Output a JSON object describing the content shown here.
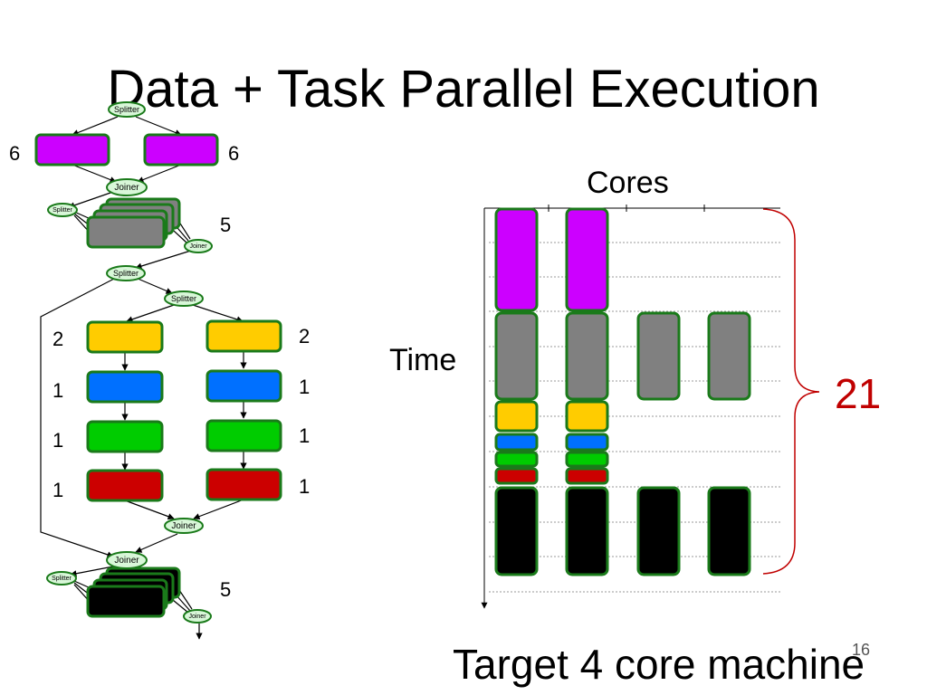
{
  "slide": {
    "title": "Data + Task Parallel Execution",
    "subtitle": "Target 4 core machine",
    "page_number": "16"
  },
  "graph": {
    "splitter_label": "Splitter",
    "joiner_label": "Joiner",
    "weights": {
      "purple_left": "6",
      "purple_right": "6",
      "gray_group": "5",
      "yellow_left": "2",
      "yellow_right": "2",
      "blue_left": "1",
      "blue_right": "1",
      "green_left": "1",
      "green_right": "1",
      "red_left": "1",
      "red_right": "1",
      "black_group": "5"
    }
  },
  "schedule": {
    "x_label": "Cores",
    "y_label": "Time",
    "total_time": "21"
  },
  "colors": {
    "purple": "#cc00ff",
    "gray": "#808080",
    "yellow": "#ffcc00",
    "blue": "#0070ff",
    "green": "#00cc00",
    "red": "#cc0000",
    "black": "#000000",
    "border": "#1a7a1a",
    "node_fill": "#d8f7d8",
    "brace": "#c00000"
  }
}
